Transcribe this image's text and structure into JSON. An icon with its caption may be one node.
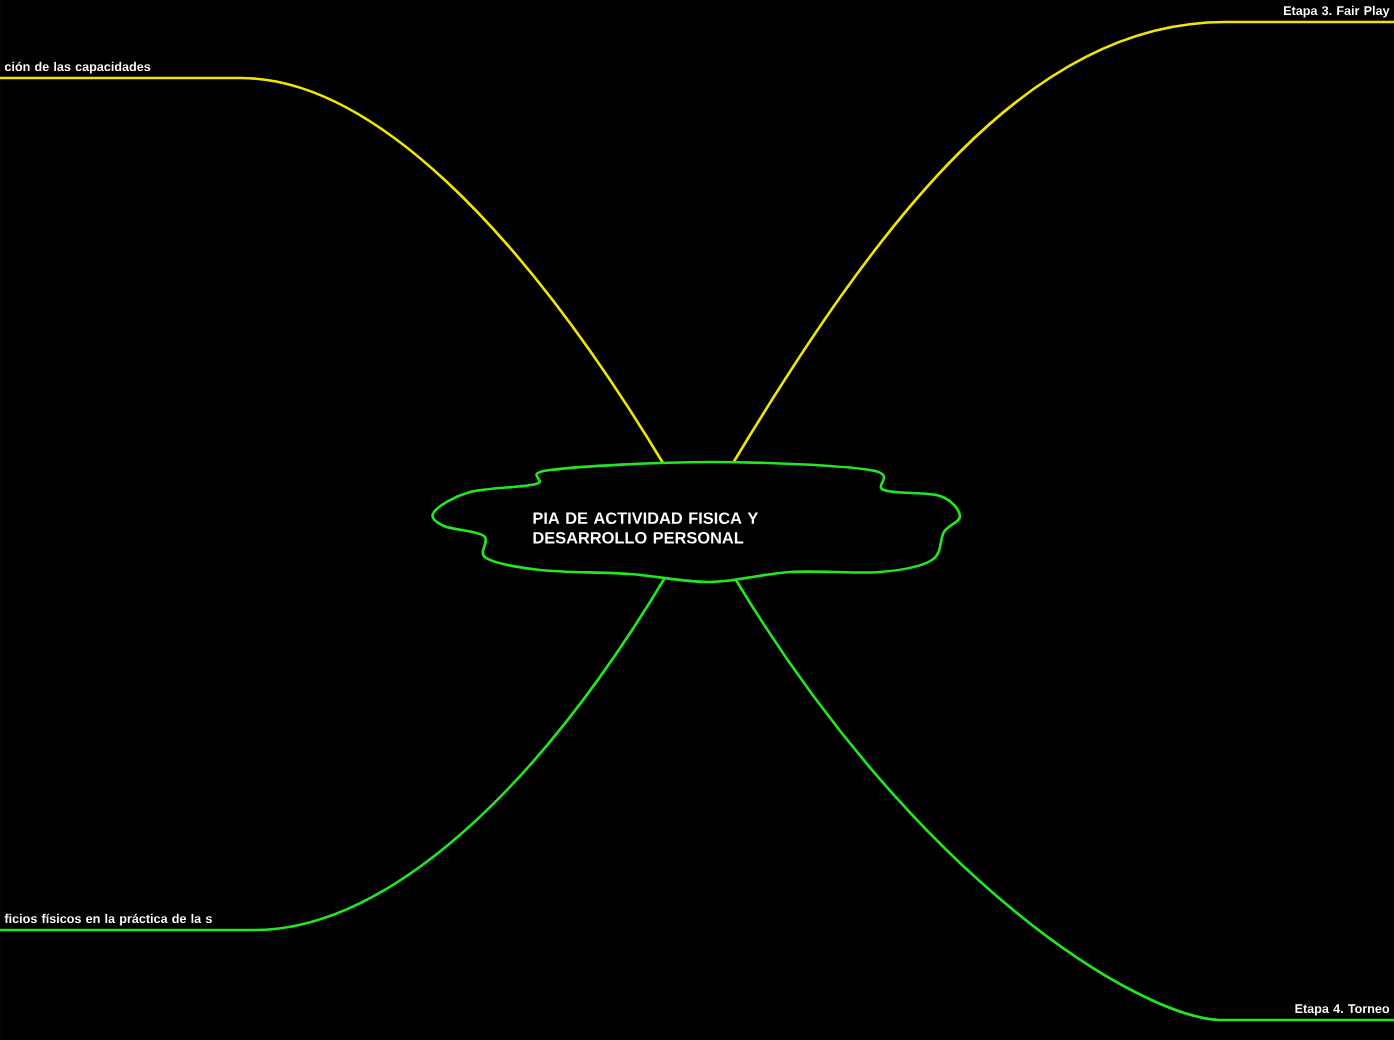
{
  "diagram": {
    "nodes": [
      {
        "text": [
          "PIA DE ACTIVIDAD FISICA Y DESARROLLO PERSONAL"
        ]
      },
      {
        "text": [
          "ción de las capacidades"
        ]
      },
      {
        "text": [
          "Etapa 3. Fair Play"
        ]
      },
      {
        "text": [
          "ficios físicos en la práctica de la s"
        ]
      },
      {
        "text": [
          "Etapa 4. Torneo"
        ]
      }
    ],
    "edges": [
      {
        "from": 0,
        "to": 1,
        "arrow": "none",
        "color": "#f2e600"
      },
      {
        "from": 0,
        "to": 2,
        "arrow": "none",
        "color": "#f2e600"
      },
      {
        "from": 0,
        "to": 3,
        "arrow": "none",
        "color": "#22e622"
      },
      {
        "from": 0,
        "to": 4,
        "arrow": "none",
        "color": "#22e622"
      }
    ]
  }
}
